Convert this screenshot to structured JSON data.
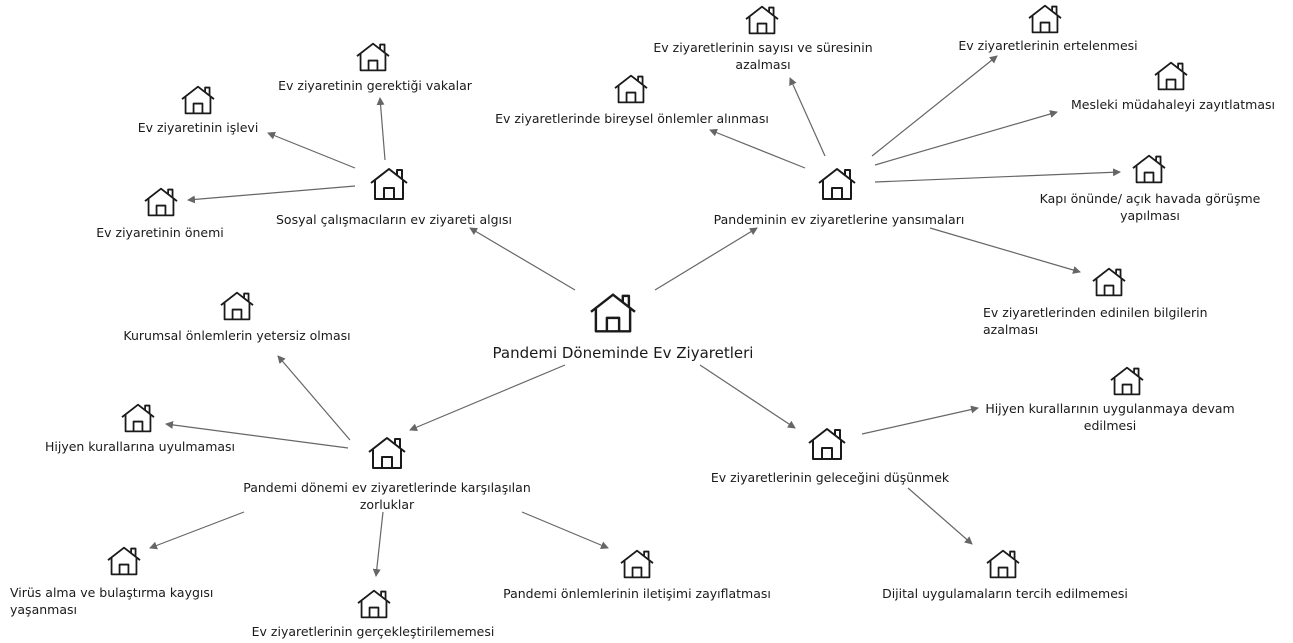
{
  "central": "Pandemi Döneminde Ev Ziyaretleri",
  "themes": {
    "algi": "Sosyal çalışmacıların ev ziyareti algısı",
    "yansimalar": "Pandeminin ev ziyaretlerine yansımaları",
    "zorluklar": "Pandemi dönemi ev ziyaretlerinde karşılaşılan zorluklar",
    "gelecek": "Ev ziyaretlerinin geleceğini düşünmek"
  },
  "subthemes": {
    "vakalar": "Ev ziyaretinin gerektiği vakalar",
    "islevi": "Ev ziyaretinin işlevi",
    "onemi": "Ev ziyaretinin önemi",
    "bireysel": "Ev ziyaretlerinde bireysel önlemler alınması",
    "sayi": "Ev ziyaretlerinin sayısı ve süresinin azalması",
    "ertelenmesi": "Ev ziyaretlerinin ertelenmesi",
    "mesleki": "Mesleki müdahaleyi zayıtlatması",
    "kapi": "Kapı önünde/ açık havada görüşme yapılması",
    "bilgiler": "Ev ziyaretlerinden edinilen bilgilerin azalması",
    "kurumsal": "Kurumsal önlemlerin yetersiz olması",
    "hijyen_uy": "Hijyen kurallarına uyulmaması",
    "virus": "Virüs  alma ve bulaştırma kaygısı yaşanması",
    "gerceklestirilememesi": "Ev ziyaretlerinin gerçekleştirilememesi",
    "iletisim": "Pandemi önlemlerinin iletişimi zayıflatması",
    "hijyen_devam": "Hijyen kurallarının uygulanmaya devam edilmesi",
    "dijital": "Dijital uygulamaların  tercih edilmemesi"
  },
  "icon": "house-icon",
  "colors": {
    "edge": "#666666",
    "text": "#1a1a1a"
  }
}
